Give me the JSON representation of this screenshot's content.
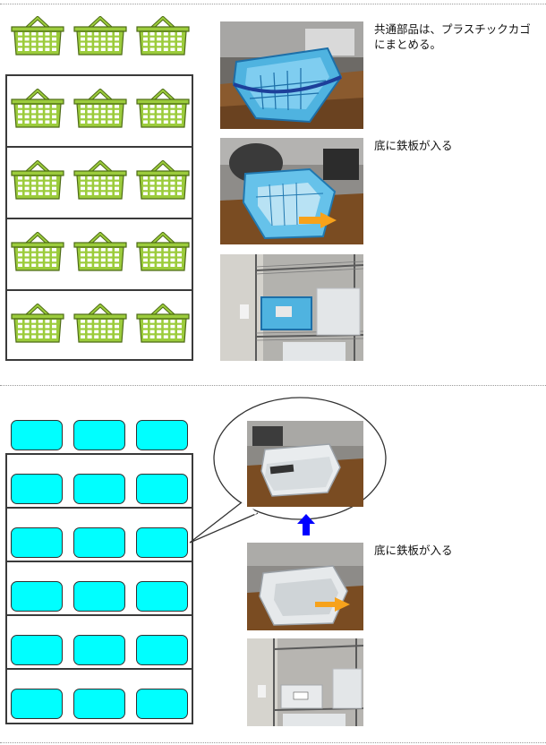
{
  "section1": {
    "caption1": "共通部品は、プラスチックカゴ\nにまとめる。",
    "caption2": "底に鉄板が入る"
  },
  "section2": {
    "caption1": "底に鉄板が入る"
  },
  "colors": {
    "basket_fill": "#9ccc3c",
    "basket_stroke": "#4d6b16",
    "box_fill": "#00ffff",
    "arrow_orange": "#f7a21b",
    "arrow_blue": "#0000ff"
  }
}
